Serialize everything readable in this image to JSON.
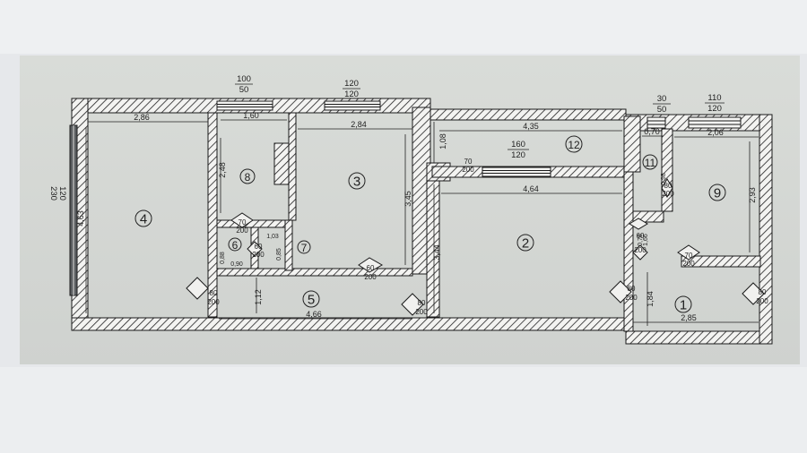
{
  "rooms": [
    {
      "id": "1",
      "label": "1"
    },
    {
      "id": "2",
      "label": "2"
    },
    {
      "id": "3",
      "label": "3"
    },
    {
      "id": "4",
      "label": "4"
    },
    {
      "id": "5",
      "label": "5"
    },
    {
      "id": "6",
      "label": "6"
    },
    {
      "id": "7",
      "label": "7"
    },
    {
      "id": "8",
      "label": "8"
    },
    {
      "id": "9",
      "label": "9"
    },
    {
      "id": "11",
      "label": "11"
    },
    {
      "id": "12",
      "label": "12"
    }
  ],
  "dimensions": [
    {
      "id": "d-286",
      "text": "2,86"
    },
    {
      "id": "d-160",
      "text": "1,60"
    },
    {
      "id": "d-284",
      "text": "2,84"
    },
    {
      "id": "d-435",
      "text": "4,35"
    },
    {
      "id": "d-070",
      "text": "0,70"
    },
    {
      "id": "d-206",
      "text": "2,06"
    },
    {
      "id": "d-464",
      "text": "4,64"
    },
    {
      "id": "d-466",
      "text": "4,66"
    },
    {
      "id": "d-285",
      "text": "2,85"
    },
    {
      "id": "d-463",
      "text": "4,63"
    },
    {
      "id": "d-248",
      "text": "2,48"
    },
    {
      "id": "d-345",
      "text": "3,45"
    },
    {
      "id": "d-344",
      "text": "3,44"
    },
    {
      "id": "d-108",
      "text": "1,08"
    },
    {
      "id": "d-293",
      "text": "2,93"
    },
    {
      "id": "d-184",
      "text": "1,84"
    },
    {
      "id": "d-112",
      "text": "1,12"
    },
    {
      "id": "d-088",
      "text": "0,88"
    },
    {
      "id": "d-090",
      "text": "0,90"
    },
    {
      "id": "d-098",
      "text": "0,98"
    },
    {
      "id": "d-085",
      "text": "0,85"
    },
    {
      "id": "d-166",
      "text": "1,66"
    },
    {
      "id": "d-078",
      "text": "0,78"
    },
    {
      "id": "d-103",
      "text": "1,03"
    }
  ],
  "openings": [
    {
      "id": "w-100-50",
      "top": "100",
      "bottom": "50"
    },
    {
      "id": "w-120-120-a",
      "top": "120",
      "bottom": "120"
    },
    {
      "id": "w-30-50",
      "top": "30",
      "bottom": "50"
    },
    {
      "id": "w-110-120",
      "top": "110",
      "bottom": "120"
    },
    {
      "id": "w-230-120",
      "top": "230",
      "bottom": "120"
    },
    {
      "id": "w-160-120",
      "top": "160",
      "bottom": "120"
    },
    {
      "id": "dr-70-200-hall",
      "top": "70",
      "bottom": "200"
    },
    {
      "id": "dr-80-200-r4",
      "top": "80",
      "bottom": "200"
    },
    {
      "id": "dr-60-200-r3",
      "top": "60",
      "bottom": "200"
    },
    {
      "id": "dr-80-200-r2",
      "top": "80",
      "bottom": "200"
    },
    {
      "id": "dr-80-200-r1",
      "top": "80",
      "bottom": "200"
    },
    {
      "id": "dr-80-200-entry",
      "top": "80",
      "bottom": "200"
    },
    {
      "id": "dr-80-200-r9",
      "top": "80",
      "bottom": "200"
    },
    {
      "id": "dr-70-200-r9",
      "top": "70",
      "bottom": "200"
    },
    {
      "id": "dr-70-200-r8",
      "top": "70",
      "bottom": "200"
    },
    {
      "id": "dr-60-200-r6",
      "top": "60",
      "bottom": "200"
    },
    {
      "id": "dr-60-200-r11",
      "top": "60",
      "bottom": "200"
    }
  ]
}
